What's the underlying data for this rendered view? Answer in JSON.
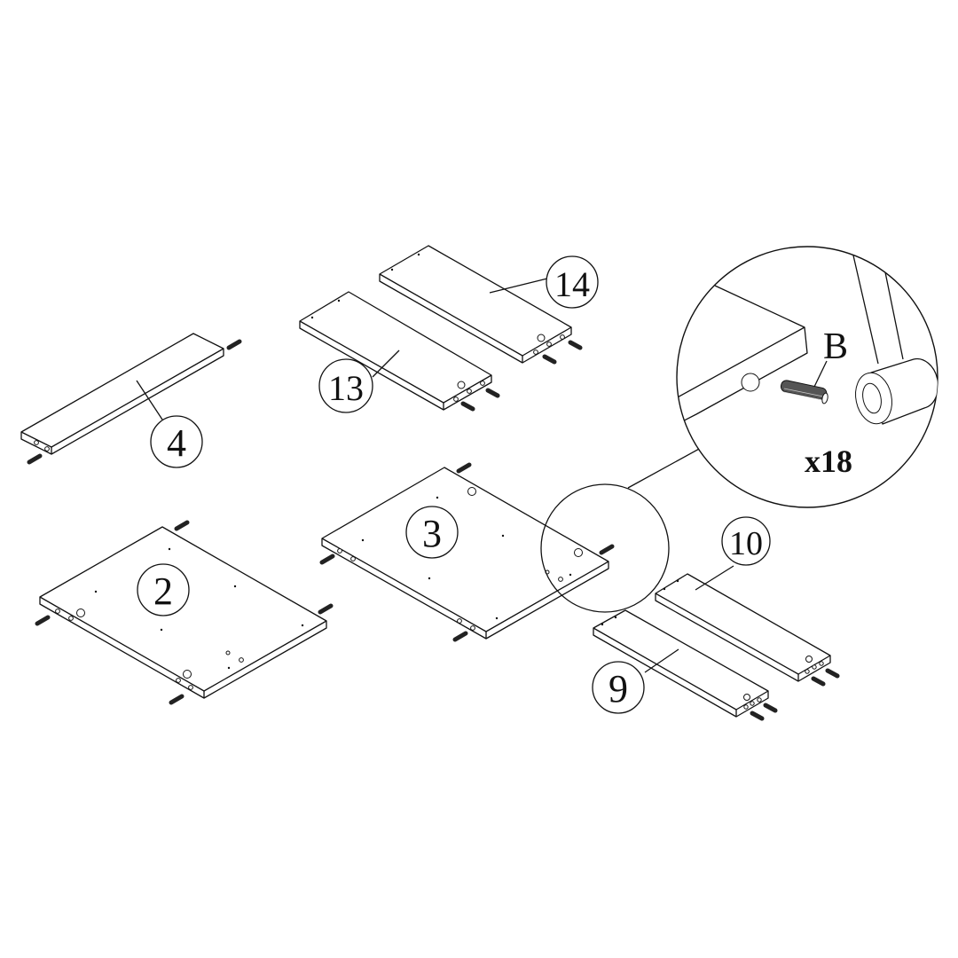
{
  "diagram": {
    "type": "furniture assembly step - exploded view",
    "parts": [
      {
        "id": "part-4",
        "label": "4"
      },
      {
        "id": "part-13",
        "label": "13"
      },
      {
        "id": "part-14",
        "label": "14"
      },
      {
        "id": "part-2",
        "label": "2"
      },
      {
        "id": "part-3",
        "label": "3"
      },
      {
        "id": "part-10",
        "label": "10"
      },
      {
        "id": "part-9",
        "label": "9"
      }
    ],
    "detail": {
      "hardware_label": "B",
      "quantity": "x18",
      "hardware_type": "wooden-dowel-icon"
    },
    "colors": {
      "line": "#111111",
      "background": "#ffffff"
    }
  }
}
